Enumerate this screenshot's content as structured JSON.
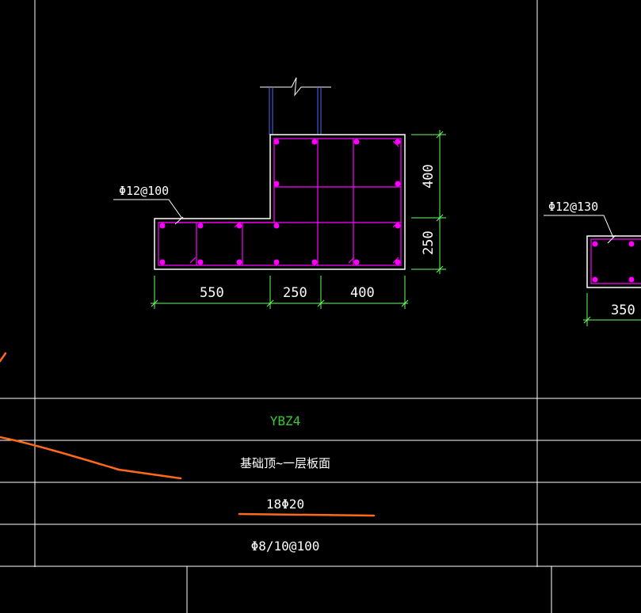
{
  "drawing": {
    "left_section": {
      "stirrup_label": "Φ12@100",
      "dims_horizontal": [
        "550",
        "250",
        "400"
      ],
      "dims_vertical": [
        "400",
        "250"
      ]
    },
    "right_section": {
      "stirrup_label": "Φ12@130",
      "dim_horizontal": "350"
    },
    "table": {
      "name": "YBZ4",
      "elevation": "基础顶~一层板面",
      "longitudinal_rebar": "18Φ20",
      "stirrups": "Φ8/10@100"
    },
    "colors": {
      "background": "#000000",
      "grid_lines": "#ffffff",
      "rebar": "#ff00ff",
      "dimension": "#66ff66",
      "markup": "#ff6a1a",
      "table_name": "#33cc33",
      "break_line": "#4a6cff"
    }
  }
}
